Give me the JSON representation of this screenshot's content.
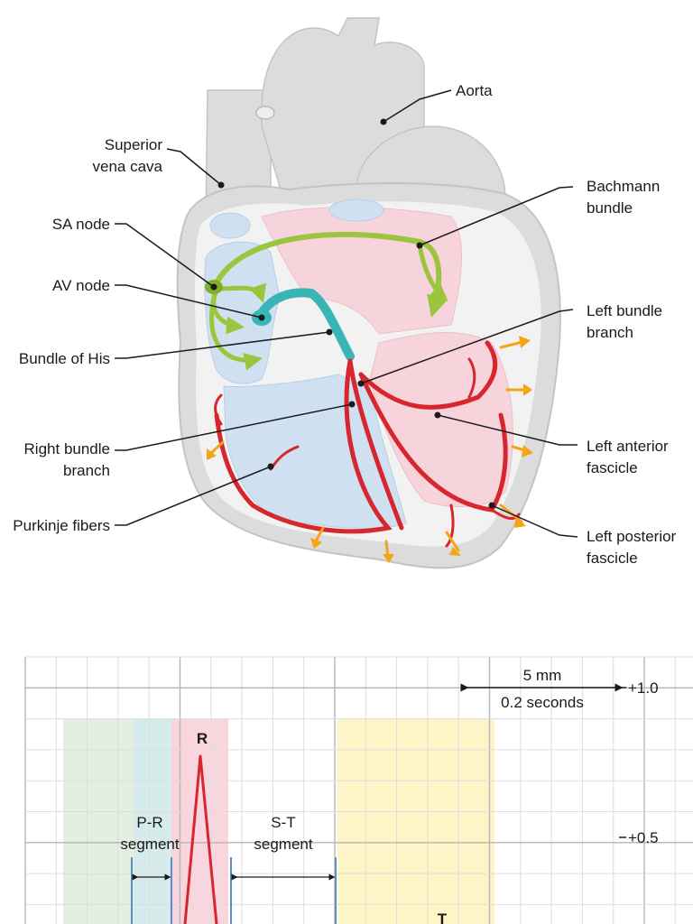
{
  "labels": {
    "aorta": "Aorta",
    "svc_1": "Superior",
    "svc_2": "vena cava",
    "bachmann_1": "Bachmann",
    "bachmann_2": "bundle",
    "sa_node": "SA node",
    "av_node": "AV node",
    "lbb_1": "Left bundle",
    "lbb_2": "branch",
    "his": "Bundle of His",
    "laf_1": "Left anterior",
    "laf_2": "fascicle",
    "rbb_1": "Right bundle",
    "rbb_2": "branch",
    "purkinje": "Purkinje fibers",
    "lpf_1": "Left posterior",
    "lpf_2": "fascicle"
  },
  "ecg": {
    "scale_top": "5 mm",
    "scale_bottom": "0.2 seconds",
    "y_plus_1": "+1.0",
    "y_plus_05": "+0.5",
    "wave_r": "R",
    "wave_t": "T",
    "pr_1": "P-R",
    "pr_2": "segment",
    "st_1": "S-T",
    "st_2": "segment"
  },
  "colors": {
    "sa_pathway": "#9bc53d",
    "av_his": "#3ab5b5",
    "bundle_branches": "#d7262e",
    "impulse_arrows": "#f5a418",
    "right_chambers": "#cfe0f1",
    "left_chambers": "#f7d3dc",
    "heart_wall": "#dcdcdc",
    "p_band": "#e3f0e1",
    "pr_band": "#d6ecec",
    "qrs_band": "#f9d6de",
    "t_band": "#fdf5c8"
  }
}
